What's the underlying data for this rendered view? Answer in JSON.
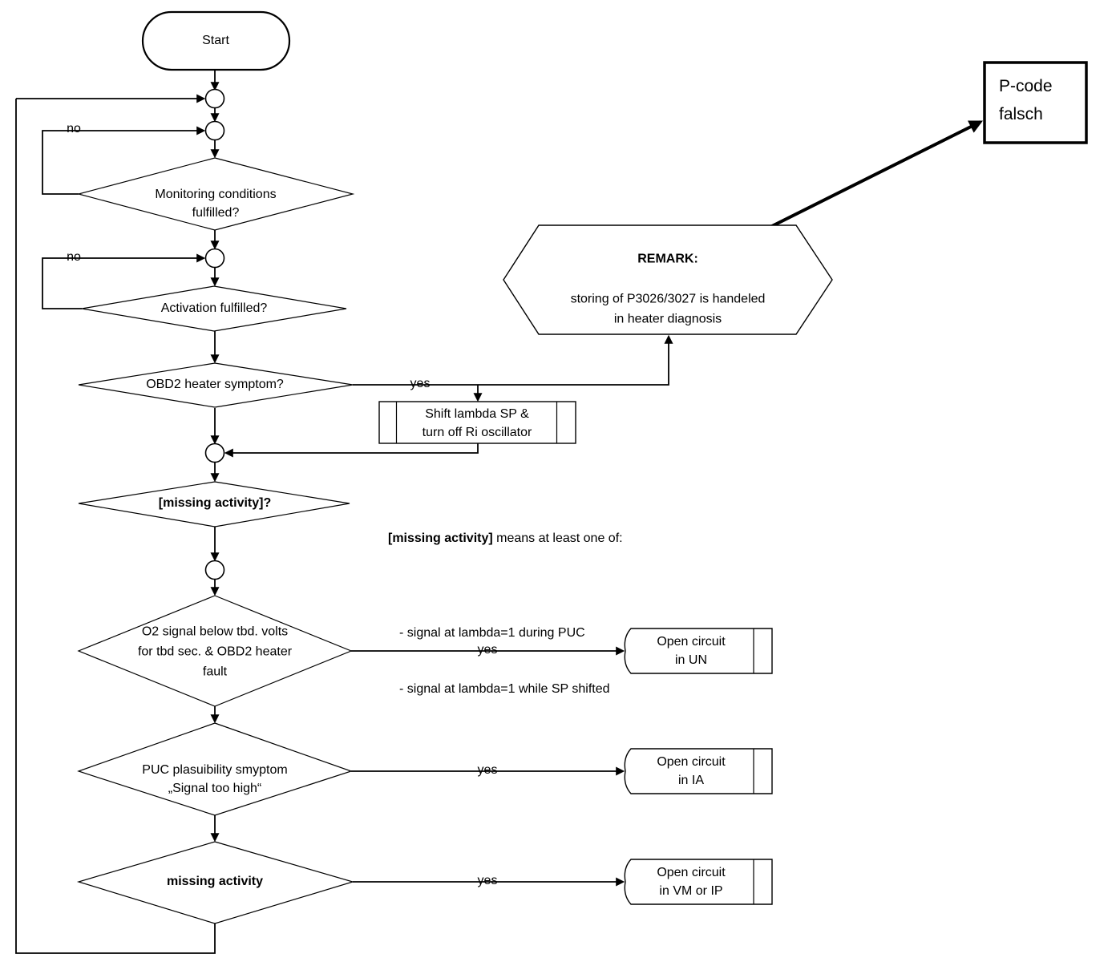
{
  "nodes": {
    "start": {
      "label": "Start"
    },
    "decision_monitoring": {
      "label": "Monitoring conditions\nfulfilled?"
    },
    "decision_activation": {
      "label": "Activation fulfilled?"
    },
    "decision_obd2": {
      "label": "OBD2 heater symptom?"
    },
    "process_shift": {
      "label": "Shift lambda SP &\nturn off Ri oscillator"
    },
    "remark": {
      "title": "REMARK:",
      "body": "storing of P3026/3027 is handeled\nin heater diagnosis"
    },
    "pcode": {
      "label": "P-code\nfalsch"
    },
    "decision_missing_q": {
      "label": "[missing activity]?"
    },
    "decision_o2": {
      "label": "O2 signal below tbd. volts\nfor tbd sec. & OBD2 heater\nfault"
    },
    "decision_puc": {
      "label": "PUC plasuibility smyptom\n„Signal too high“"
    },
    "decision_missing": {
      "label": "missing activity"
    },
    "out_un": {
      "label": "Open circuit\nin UN"
    },
    "out_ia": {
      "label": "Open circuit\nin IA"
    },
    "out_vm": {
      "label": "Open circuit\nin VM or IP"
    }
  },
  "edge_labels": {
    "yes": "yes",
    "no": "no"
  },
  "annotation": {
    "lead_bold": "[missing activity]",
    "lead_rest": " means at least one of:",
    "items": [
      "- signal at lambda=1 during PUC",
      "- signal at lambda=1 while SP shifted"
    ]
  },
  "colors": {
    "line": "#000000",
    "background": "#ffffff"
  }
}
